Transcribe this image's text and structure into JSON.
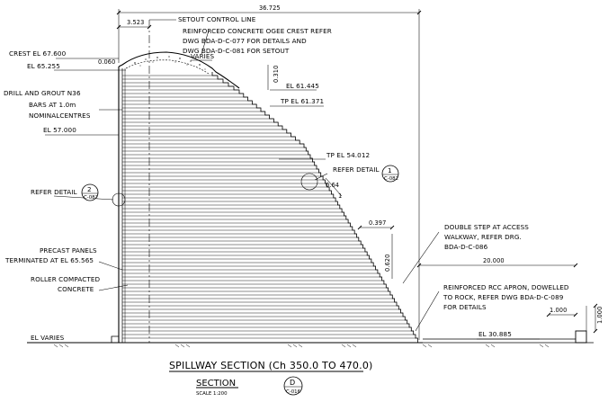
{
  "dimensions": {
    "overall_width": "36.725",
    "setout_offset": "3.523",
    "crest_lip": "0.060",
    "crest_rise": "0.310",
    "step_width": "0.397",
    "step_height": "0.620",
    "slope_h": "0.64",
    "slope_v": "1",
    "apron_length": "20.000",
    "wall_width": "1.000",
    "wall_height": "1.000"
  },
  "callouts": {
    "setout": "SETOUT CONTROL LINE",
    "ogee_1": "REINFORCED CONCRETE OGEE CREST REFER",
    "ogee_2": "DWG BDA-D-C-077 FOR DETAILS AND",
    "ogee_3": "DWG BDA-D-C-081 FOR SETOUT",
    "varies": "VARIES",
    "crest_el": "CREST EL 67.600",
    "el_65255": "EL 65.255",
    "el_61445": "EL 61.445",
    "tp_61371": "TP EL 61.371",
    "drill_1": "DRILL AND GROUT N36",
    "drill_2": "BARS AT 1.0m",
    "drill_3": "NOMINALCENTRES",
    "el_57000": "EL 57.000",
    "tp_54012": "TP EL 54.012",
    "refer_right": "REFER DETAIL",
    "refer_left": "REFER DETAIL",
    "step_1": "DOUBLE STEP AT ACCESS",
    "step_2": "WALKWAY, REFER DRG.",
    "step_3": "BDA-D-C-086",
    "precast_1": "PRECAST PANELS",
    "precast_2": "TERMINATED AT EL 65.565",
    "rcc_1": "ROLLER COMPACTED",
    "rcc_2": "CONCRETE",
    "apron_1": "REINFORCED RCC APRON, DOWELLED",
    "apron_2": "TO ROCK, REFER DWG BDA-D-C-089",
    "apron_3": "FOR DETAILS",
    "el_varies": "EL VARIES",
    "el_30885": "EL 30.885"
  },
  "detail_refs": {
    "right_num": "1",
    "right_sheet": "C-082",
    "left_num": "2",
    "left_sheet": "C-082"
  },
  "title_block": {
    "title": "SPILLWAY SECTION (Ch 350.0 TO 470.0)",
    "section_label": "SECTION",
    "scale": "SCALE 1:200",
    "section_letter": "D",
    "section_sheet": "C-016"
  }
}
